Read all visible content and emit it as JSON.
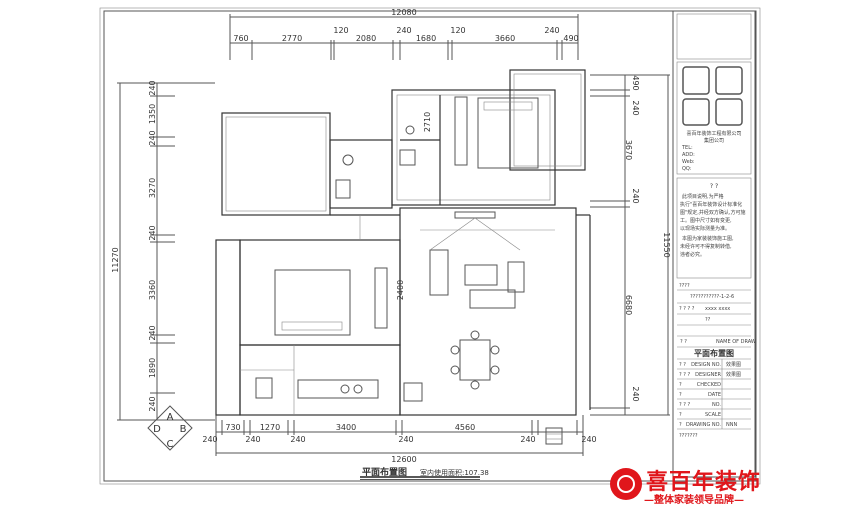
{
  "drawing": {
    "title": "平面布置图",
    "area_label": "室内使用面积:107.38",
    "top_total": "12080",
    "top_dims": [
      "760",
      "2770",
      "120",
      "2080",
      "240",
      "1680",
      "120",
      "3660",
      "240",
      "490"
    ],
    "bottom_total": "12600",
    "bottom_dims": [
      "240",
      "730",
      "240",
      "1270",
      "240",
      "3400",
      "240",
      "4560",
      "240",
      "240"
    ],
    "left_total": "11270",
    "left_dims": [
      "240",
      "1350",
      "240",
      "3270",
      "240",
      "3360",
      "240",
      "1890",
      "240"
    ],
    "right_total": "11550",
    "right_dims": [
      "490",
      "240",
      "3670",
      "240",
      "6680",
      "240"
    ],
    "inner_dims": [
      "2710",
      "2400"
    ],
    "compass": [
      "A",
      "B",
      "C",
      "D"
    ]
  },
  "title_block": {
    "company_lines": [
      "喜百年装饰工程有限公司",
      "集团公司"
    ],
    "contact_lines": [
      "TEL:",
      "ADD:",
      "Web:",
      "QQ:"
    ],
    "note_title": "? ?",
    "note_lines": [
      "此项目说明,为严格",
      "执行\"喜百年装饰设计标准化",
      "图\"规定,并经双方确认,方可施",
      "工。图中尺寸如有变更,",
      "以现场实际测量为准。",
      "本图为家装装饰施工图,",
      "未经许可不得复制转借,",
      "违者必究。"
    ],
    "field1": "????",
    "project_no": "???????????-1-2-6",
    "field2_label": "? ? ? ?",
    "field2_value": "xxxx xxxx",
    "field3": "??",
    "name_label": "? ?",
    "name_of_draw": "NAME OF DRAW",
    "draw_name": "平面布置图",
    "rows": [
      {
        "label": "? ?",
        "sub": "DESIGN NO.",
        "value": "效果图"
      },
      {
        "label": "? ? ?",
        "sub": "DESIGNER",
        "value": "效果图"
      },
      {
        "label": "?",
        "sub": "CHECKED",
        "value": ""
      },
      {
        "label": "?",
        "sub": "DATE",
        "value": ""
      },
      {
        "label": "? ? ?",
        "sub": "NO.",
        "value": ""
      },
      {
        "label": "?",
        "sub": "SCALE",
        "value": ""
      },
      {
        "label": "?",
        "sub": "DRAWING NO.",
        "value": "NNN"
      }
    ],
    "footer": "???????"
  },
  "logo": {
    "name": "喜百年装饰",
    "slogan": "—整体家装领导品牌—",
    "brand_color": "#e0161b"
  }
}
